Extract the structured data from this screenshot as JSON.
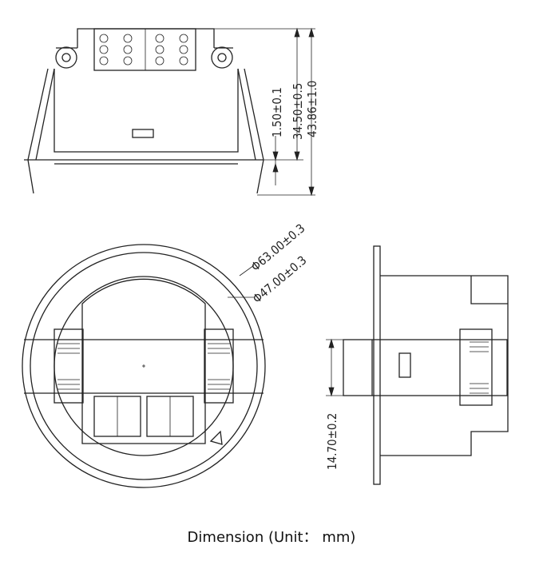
{
  "dimensions": {
    "flange_thickness": "1.50±0.1",
    "body_height": "34.50±0.5",
    "total_height": "43.86±1.0",
    "outer_diameter": "Φ63.00±0.3",
    "cutout_diameter": "Φ47.00±0.3",
    "side_height": "14.70±0.2"
  },
  "caption": "Dimension (Unit： mm)"
}
